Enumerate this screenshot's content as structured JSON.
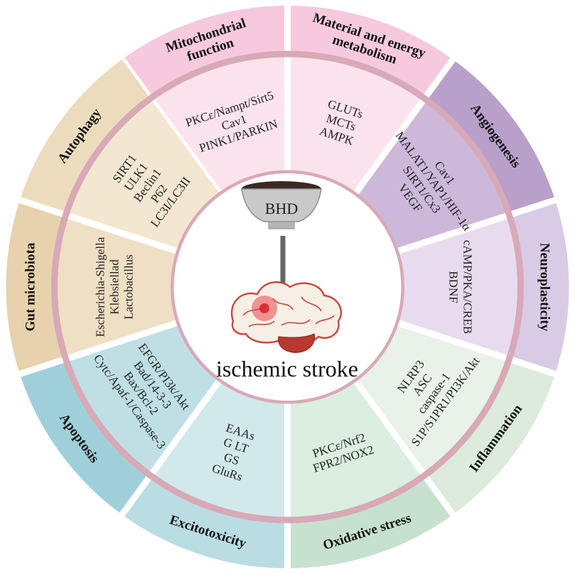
{
  "center": {
    "herb_label": "BHD",
    "disease_label": "ischemic stroke"
  },
  "sectors": [
    {
      "key": "mitochondrial-function",
      "title": [
        "Mitochondrial",
        "function"
      ],
      "items": [
        "PKCε/Nampt/Sirt5",
        "Cav1",
        "PINK1/PARKIN"
      ],
      "color": "#f6c9de",
      "inner_color": "#fbe3ee"
    },
    {
      "key": "material-energy-metabolism",
      "title": [
        "Material and energy",
        "metabolism"
      ],
      "items": [
        "GLUTs",
        "MCTs",
        "AMPK"
      ],
      "color": "#f6c9de",
      "inner_color": "#fbe3ee"
    },
    {
      "key": "angiogenesis",
      "title": [
        "Angiogenesis"
      ],
      "items": [
        "Cav1",
        "MALAT1/YAP1/HIF-1α",
        "SIRT1/Cx3",
        "VEGF"
      ],
      "color": "#b9a0cb",
      "inner_color": "#cdb8da"
    },
    {
      "key": "neuroplasticity",
      "title": [
        "Neuroplasticity"
      ],
      "items": [
        "cAMP/PKA/CREB",
        "BDNF"
      ],
      "color": "#d9cbe6",
      "inner_color": "#e7dcef"
    },
    {
      "key": "inflammation",
      "title": [
        "Inflammation"
      ],
      "items": [
        "NLRP3",
        "ASC",
        "caspase-1",
        "S1P/S1PR1/PI3K/Akt"
      ],
      "color": "#dcebdc",
      "inner_color": "#e8f2e8"
    },
    {
      "key": "oxidative-stress",
      "title": [
        "Oxidative stress"
      ],
      "items": [
        "PKCε/Nrf2",
        "FPR2/NOX2"
      ],
      "color": "#c6e2cf",
      "inner_color": "#dbeee0"
    },
    {
      "key": "excitotoxicity",
      "title": [
        "Excitotoxicity"
      ],
      "items": [
        "EAAs",
        "G LT",
        "GS",
        "GluRs"
      ],
      "color": "#b9dde3",
      "inner_color": "#d2e9ec"
    },
    {
      "key": "apoptosis",
      "title": [
        "Apoptosis"
      ],
      "items": [
        "EFGR/PI3k/Akt",
        "Bad/14-3-3",
        "Bax/Bcl-2",
        "Cytc/Apaf-1/Caspase-3"
      ],
      "color": "#9fd0da",
      "inner_color": "#bfdfe5"
    },
    {
      "key": "gut-microbiota",
      "title": [
        "Gut microbiota"
      ],
      "items": [
        "Escherichia-Shigella",
        "Klebsiellad",
        "Lactobacillus"
      ],
      "color": "#e7d2ad",
      "inner_color": "#efdfc4"
    },
    {
      "key": "autophagy",
      "title": [
        "Autophagy"
      ],
      "items": [
        "SIRT1",
        "ULK1",
        "Beclin1",
        "P62",
        "LC3I/LC3II"
      ],
      "color": "#ecdcbd",
      "inner_color": "#f3e7d1"
    }
  ],
  "colors": {
    "ring": "#d8a9b6",
    "separator": "#ffffff",
    "inhibit_bar": "#666666",
    "bowl_liquid": "#3a2a22",
    "bowl_body": "#c9c9c9"
  }
}
